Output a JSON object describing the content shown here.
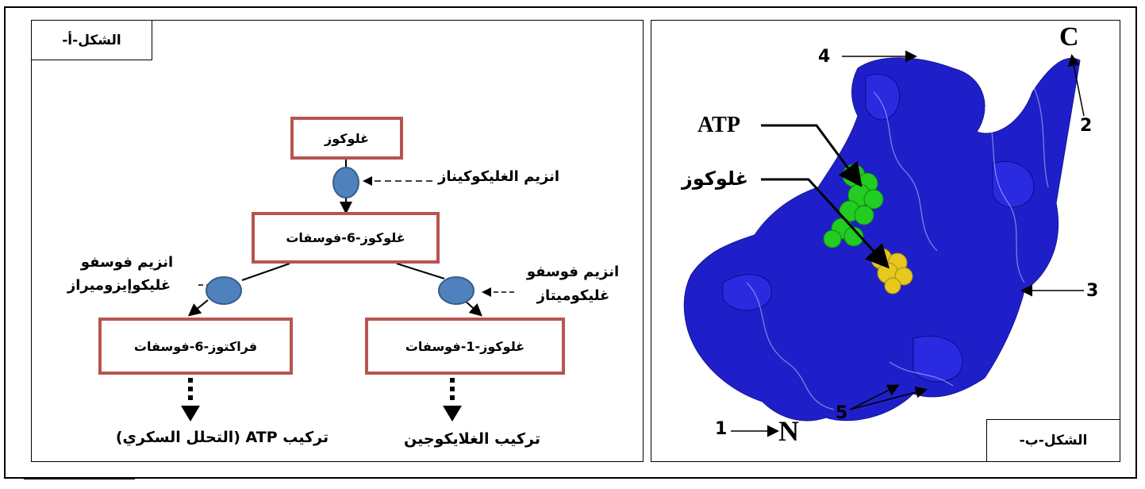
{
  "panel_a": {
    "label": "الشكل-أ-",
    "glucose": "غلوكوز",
    "glucose_6p": "غلوكوز-6-فوسفات",
    "fructose_6p": "فراكتوز-6-فوسفات",
    "glucose_1p": "غلوكوز-1-فوسفات",
    "enzyme_glucokinase": "انزيم الغليكوكيناز",
    "enzyme_isomerase_line1": "انزيم فوسفو",
    "enzyme_isomerase_line2": "غليكوإيزوميراز",
    "enzyme_mutase_line1": "انزيم فوسفو",
    "enzyme_mutase_line2": "غليكوميتاز",
    "outcome_glycolysis": "تركيب ATP (التحلل السكري)",
    "outcome_glycogen": "تركيب الغلايكوجين",
    "colors": {
      "box_border": "#b85450",
      "enzyme_fill": "#4f81bd",
      "enzyme_stroke": "#385d8a"
    }
  },
  "panel_b": {
    "label": "الشكل-ب-",
    "atp_label": "ATP",
    "glucose_label": "غلوكوز",
    "terminal_c": "C",
    "terminal_n": "N",
    "markers": {
      "m1": "1",
      "m2": "2",
      "m3": "3",
      "m4": "4",
      "m5": "5"
    },
    "colors": {
      "protein": "#1414c8",
      "atp": "#22cc22",
      "glucose": "#e6c81e"
    }
  }
}
